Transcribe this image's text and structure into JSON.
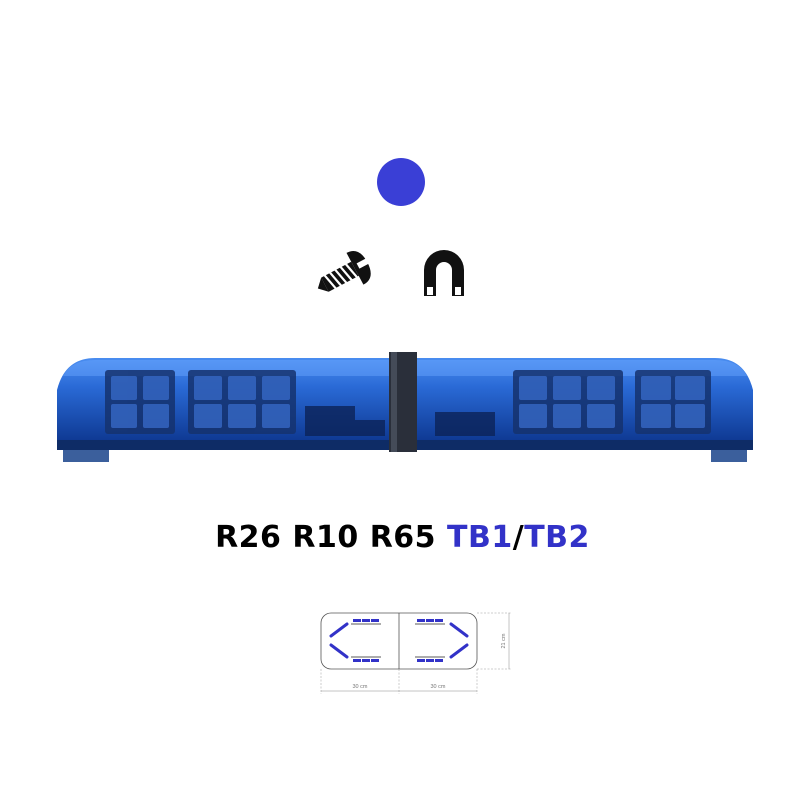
{
  "colors": {
    "light_color": "#3a3fd6",
    "lightbar_blue": "#2f6fd4",
    "code_blue": "#3232c8"
  },
  "icons": {
    "mount_screw": "screw-icon",
    "mount_magnet": "magnet-icon"
  },
  "codes": {
    "r26": "R26",
    "r10": "R10",
    "r65": "R65",
    "tb1": "TB1",
    "slash": "/",
    "tb2": "TB2"
  },
  "diagram": {
    "width_left": "30 cm",
    "width_right": "30 cm",
    "depth": "21 cm"
  }
}
